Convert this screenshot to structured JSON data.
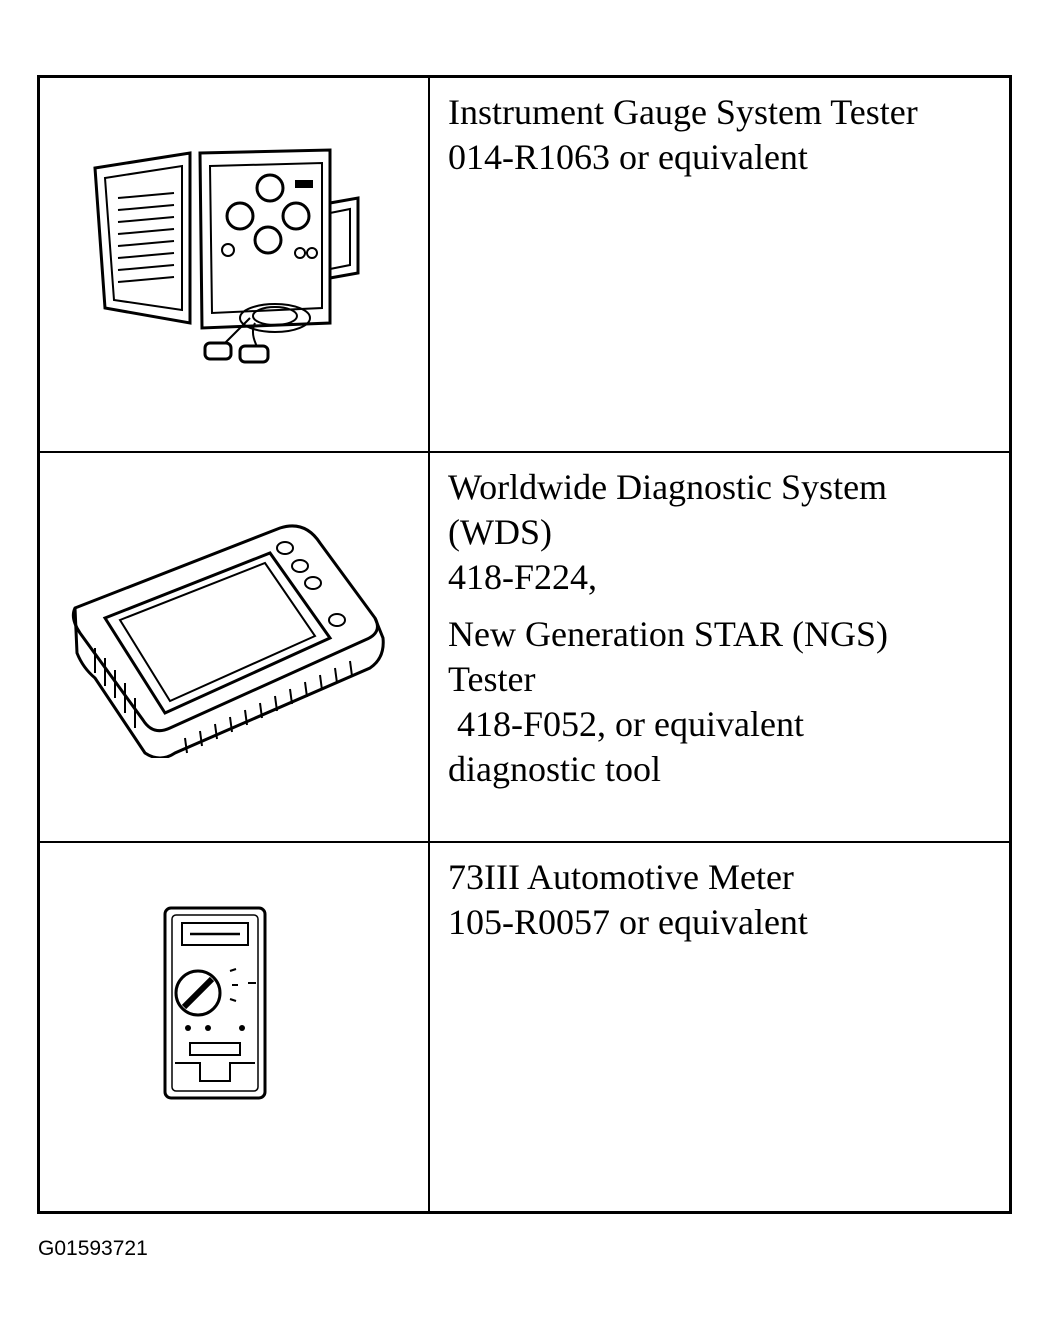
{
  "rows": [
    {
      "icon": "gauge-tester-icon",
      "lines": [
        "Instrument Gauge System Tester",
        "014-R1063 or equivalent"
      ]
    },
    {
      "icon": "diagnostic-system-icon",
      "lines": [
        "Worldwide Diagnostic System",
        "(WDS)",
        "418-F224,",
        "New Generation STAR (NGS)",
        "Tester",
        " 418-F052, or equivalent",
        "diagnostic tool"
      ]
    },
    {
      "icon": "multimeter-icon",
      "lines": [
        "73III Automotive Meter",
        "105-R0057 or equivalent"
      ]
    }
  ],
  "figure_id": "G01593721"
}
